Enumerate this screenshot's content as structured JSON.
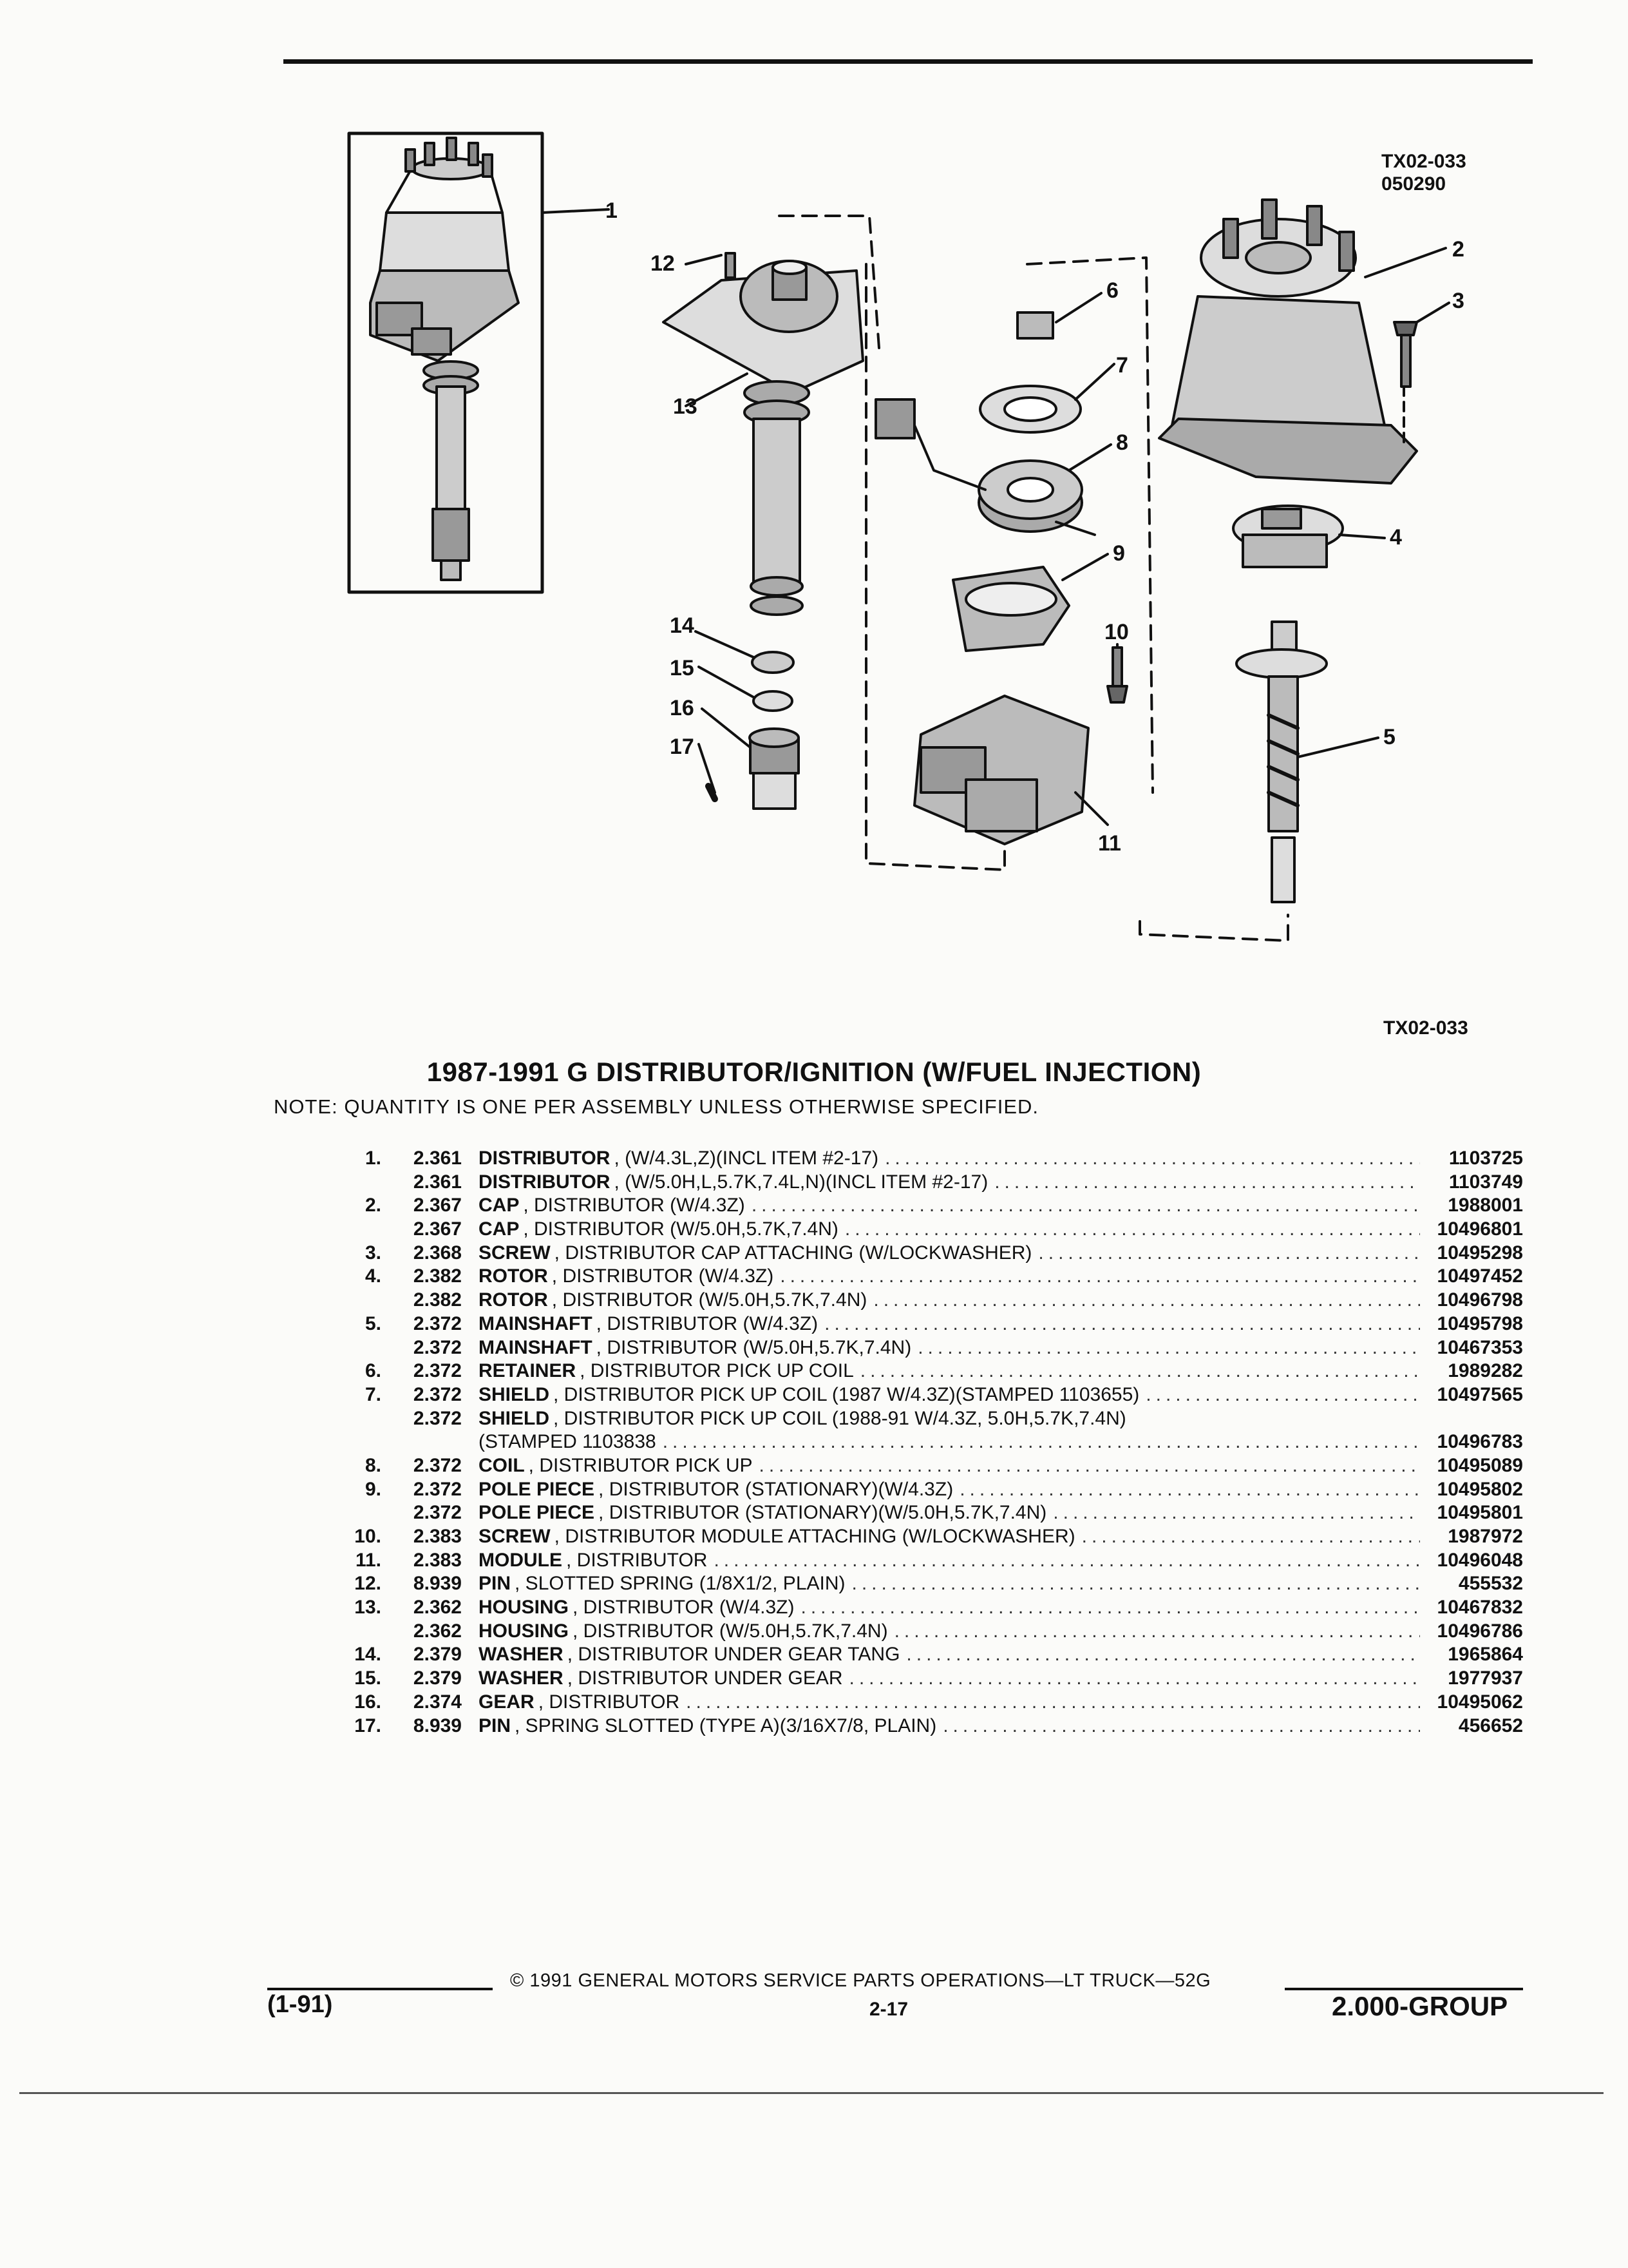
{
  "diagram": {
    "code_top": "TX02-033",
    "date_code": "050290",
    "code_bottom": "TX02-033",
    "callouts": [
      "1",
      "2",
      "3",
      "4",
      "5",
      "6",
      "7",
      "8",
      "9",
      "10",
      "11",
      "12",
      "13",
      "14",
      "15",
      "16",
      "17"
    ]
  },
  "title": "1987-1991 G DISTRIBUTOR/IGNITION (W/FUEL INJECTION)",
  "note": "NOTE:  QUANTITY IS ONE PER ASSEMBLY UNLESS OTHERWISE SPECIFIED.",
  "parts": [
    {
      "num": "1.",
      "code": "2.361",
      "name": "DISTRIBUTOR",
      "desc": ", (W/4.3L,Z)(INCL ITEM #2-17)",
      "pn": "1103725"
    },
    {
      "num": "",
      "code": "2.361",
      "name": "DISTRIBUTOR",
      "desc": ", (W/5.0H,L,5.7K,7.4L,N)(INCL ITEM #2-17)",
      "pn": "1103749"
    },
    {
      "num": "2.",
      "code": "2.367",
      "name": "CAP",
      "desc": ", DISTRIBUTOR (W/4.3Z)",
      "pn": "1988001"
    },
    {
      "num": "",
      "code": "2.367",
      "name": "CAP",
      "desc": ", DISTRIBUTOR (W/5.0H,5.7K,7.4N)",
      "pn": "10496801"
    },
    {
      "num": "3.",
      "code": "2.368",
      "name": "SCREW",
      "desc": ", DISTRIBUTOR CAP ATTACHING (W/LOCKWASHER)",
      "pn": "10495298"
    },
    {
      "num": "4.",
      "code": "2.382",
      "name": "ROTOR",
      "desc": ", DISTRIBUTOR (W/4.3Z)",
      "pn": "10497452"
    },
    {
      "num": "",
      "code": "2.382",
      "name": "ROTOR",
      "desc": ", DISTRIBUTOR (W/5.0H,5.7K,7.4N)",
      "pn": "10496798"
    },
    {
      "num": "5.",
      "code": "2.372",
      "name": "MAINSHAFT",
      "desc": ", DISTRIBUTOR (W/4.3Z)",
      "pn": "10495798"
    },
    {
      "num": "",
      "code": "2.372",
      "name": "MAINSHAFT",
      "desc": ", DISTRIBUTOR (W/5.0H,5.7K,7.4N)",
      "pn": "10467353"
    },
    {
      "num": "6.",
      "code": "2.372",
      "name": "RETAINER",
      "desc": ", DISTRIBUTOR PICK UP COIL",
      "pn": "1989282"
    },
    {
      "num": "7.",
      "code": "2.372",
      "name": "SHIELD",
      "desc": ", DISTRIBUTOR PICK UP COIL (1987 W/4.3Z)(STAMPED 1103655)",
      "pn": "10497565"
    },
    {
      "num": "",
      "code": "2.372",
      "name": "SHIELD",
      "desc": ", DISTRIBUTOR PICK UP COIL (1988-91 W/4.3Z, 5.0H,5.7K,7.4N)",
      "pn": ""
    },
    {
      "num": "",
      "code": "",
      "name": "",
      "desc": "(STAMPED 1103838",
      "pn": "10496783",
      "cont": true
    },
    {
      "num": "8.",
      "code": "2.372",
      "name": "COIL",
      "desc": ", DISTRIBUTOR PICK UP",
      "pn": "10495089"
    },
    {
      "num": "9.",
      "code": "2.372",
      "name": "POLE PIECE",
      "desc": ", DISTRIBUTOR (STATIONARY)(W/4.3Z)",
      "pn": "10495802"
    },
    {
      "num": "",
      "code": "2.372",
      "name": "POLE PIECE",
      "desc": ", DISTRIBUTOR (STATIONARY)(W/5.0H,5.7K,7.4N)",
      "pn": "10495801"
    },
    {
      "num": "10.",
      "code": "2.383",
      "name": "SCREW",
      "desc": ", DISTRIBUTOR MODULE ATTACHING (W/LOCKWASHER)",
      "pn": "1987972"
    },
    {
      "num": "11.",
      "code": "2.383",
      "name": "MODULE",
      "desc": ", DISTRIBUTOR",
      "pn": "10496048"
    },
    {
      "num": "12.",
      "code": "8.939",
      "name": "PIN",
      "desc": ", SLOTTED SPRING (1/8X1/2, PLAIN)",
      "pn": "455532"
    },
    {
      "num": "13.",
      "code": "2.362",
      "name": "HOUSING",
      "desc": ", DISTRIBUTOR (W/4.3Z)",
      "pn": "10467832"
    },
    {
      "num": "",
      "code": "2.362",
      "name": "HOUSING",
      "desc": ", DISTRIBUTOR (W/5.0H,5.7K,7.4N)",
      "pn": "10496786"
    },
    {
      "num": "14.",
      "code": "2.379",
      "name": "WASHER",
      "desc": ", DISTRIBUTOR UNDER GEAR TANG",
      "pn": "1965864"
    },
    {
      "num": "15.",
      "code": "2.379",
      "name": "WASHER",
      "desc": ", DISTRIBUTOR UNDER GEAR",
      "pn": "1977937"
    },
    {
      "num": "16.",
      "code": "2.374",
      "name": "GEAR",
      "desc": ", DISTRIBUTOR",
      "pn": "10495062"
    },
    {
      "num": "17.",
      "code": "8.939",
      "name": "PIN",
      "desc": ", SPRING SLOTTED (TYPE A)(3/16X7/8, PLAIN)",
      "pn": "456652"
    }
  ],
  "footer": {
    "copyright": "© 1991 GENERAL MOTORS SERVICE PARTS OPERATIONS—LT TRUCK—52G",
    "date": "(1-91)",
    "page": "2-17",
    "group": "2.000-GROUP"
  }
}
